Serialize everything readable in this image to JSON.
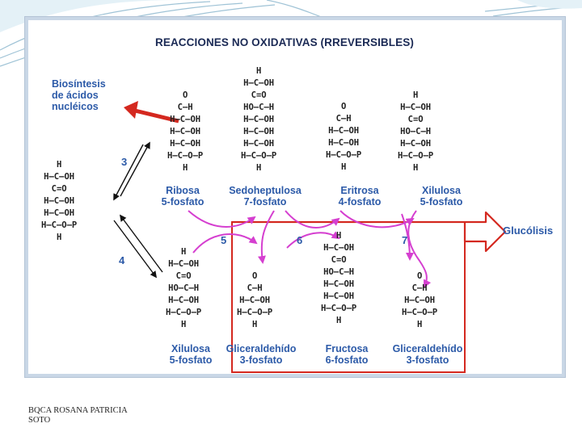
{
  "diagram": {
    "title": "REACCIONES NO OXIDATIVAS (RREVERSIBLES)",
    "biosynthesis": [
      "Biosíntesis",
      "de ácidos",
      "nucléicos"
    ],
    "glycolysis": "Glucólisis",
    "numbers": [
      "3",
      "4",
      "5",
      "6",
      "7"
    ],
    "molecules": {
      "left": [
        "H",
        "H–C–OH",
        "C=O",
        "H–C–OH",
        "H–C–OH",
        "H–C–O–P",
        "H"
      ],
      "ribosa": [
        "O",
        "C–H",
        "H–C–OH",
        "H–C–OH",
        "H–C–OH",
        "H–C–O–P",
        "H"
      ],
      "sedo": [
        "H",
        "H–C–OH",
        "C=O",
        "HO–C–H",
        "H–C–OH",
        "H–C–OH",
        "H–C–OH",
        "H–C–O–P",
        "H"
      ],
      "eritrosa": [
        "O",
        "C–H",
        "H–C–OH",
        "H–C–OH",
        "H–C–O–P",
        "H"
      ],
      "xilulosa_top": [
        "H",
        "H–C–OH",
        "C=O",
        "HO–C–H",
        "H–C–OH",
        "H–C–O–P",
        "H"
      ],
      "xilulosa_bot": [
        "H",
        "H–C–OH",
        "C=O",
        "HO–C–H",
        "H–C–OH",
        "H–C–O–P",
        "H"
      ],
      "glic1": [
        "O",
        "C–H",
        "H–C–OH",
        "H–C–O–P",
        "H"
      ],
      "fructosa": [
        "H",
        "H–C–OH",
        "C=O",
        "HO–C–H",
        "H–C–OH",
        "H–C–OH",
        "H–C–O–P",
        "H"
      ],
      "glic2": [
        "O",
        "C–H",
        "H–C–OH",
        "H–C–O–P",
        "H"
      ]
    },
    "labels": {
      "ribosa": [
        "Ribosa",
        "5-fosfato"
      ],
      "sedo": [
        "Sedoheptulosa",
        "7-fosfato"
      ],
      "eritrosa": [
        "Eritrosa",
        "4-fosfato"
      ],
      "xilulosa_top": [
        "Xilulosa",
        "5-fosfato"
      ],
      "xilulosa_bot": [
        "Xilulosa",
        "5-fosfato"
      ],
      "glic1": [
        "Gliceraldehído",
        "3-fosfato"
      ],
      "fructosa": [
        "Fructosa",
        "6-fosfato"
      ],
      "glic2": [
        "Gliceraldehído",
        "3-fosfato"
      ]
    },
    "colors": {
      "red": "#d4281f",
      "magenta": "#d53fd0",
      "blue_text": "#2c5aa8"
    }
  },
  "footer": {
    "author": [
      "BQCA ROSANA PATRICIA",
      "SOTO"
    ]
  }
}
